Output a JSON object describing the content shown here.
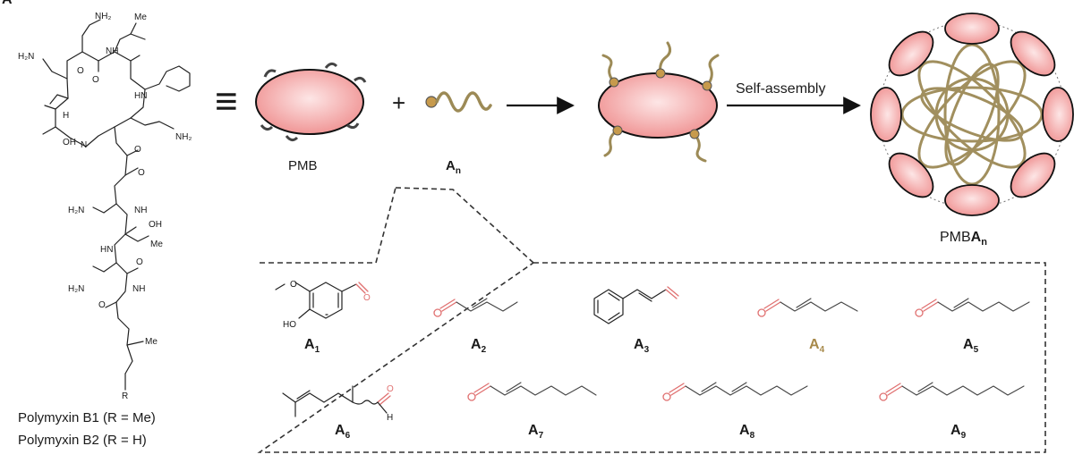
{
  "colors": {
    "ellipse_fill": "#ef8f8f",
    "ellipse_highlight": "#fde6e6",
    "chain": "#9c8a56",
    "bead": "#c79a4c",
    "aldehyde": "#e07070",
    "a4_label": "#a7894a",
    "dashed_border": "#333333"
  },
  "panel_label": "A",
  "polymyxin": {
    "name_b1": "Polymyxin B1 (R = Me)",
    "name_b2": "Polymyxin B2 (R = H)",
    "atoms": {
      "nh2": "NH₂",
      "h2n": "H₂N",
      "o": "O",
      "nh": "NH",
      "hn": "HN",
      "n": "N",
      "h": "H",
      "oh": "OH",
      "me": "Me",
      "r": "R"
    }
  },
  "scheme": {
    "pmb_label": "PMB",
    "an_label_main": "A",
    "an_label_sub": "n",
    "self_assembly_label": "Self-assembly",
    "product_label_prefix": "PMB",
    "product_label_main": "A",
    "product_label_sub": "n",
    "equivalence_symbol": "≡",
    "plus_symbol": "+"
  },
  "aldehydes": [
    {
      "main": "A",
      "sub": "1"
    },
    {
      "main": "A",
      "sub": "2"
    },
    {
      "main": "A",
      "sub": "3"
    },
    {
      "main": "A",
      "sub": "4"
    },
    {
      "main": "A",
      "sub": "5"
    },
    {
      "main": "A",
      "sub": "6"
    },
    {
      "main": "A",
      "sub": "7"
    },
    {
      "main": "A",
      "sub": "8"
    },
    {
      "main": "A",
      "sub": "9"
    }
  ],
  "vanillin_atoms": {
    "o_me": "O",
    "ho": "HO",
    "o": "O"
  },
  "citral_atoms": {
    "o": "O",
    "h": "H"
  }
}
